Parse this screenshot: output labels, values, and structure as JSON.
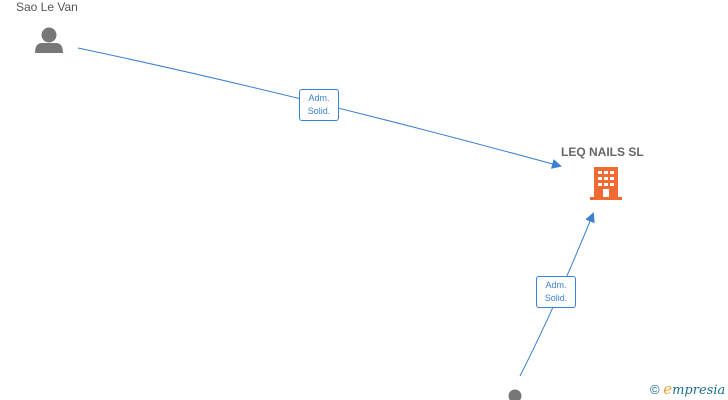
{
  "nodes": {
    "person_top": {
      "label": "Sao Le Van"
    },
    "company": {
      "label": "LEQ NAILS  SL"
    }
  },
  "edges": [
    {
      "line1": "Adm.",
      "line2": "Solid."
    },
    {
      "line1": "Adm.",
      "line2": "Solid."
    }
  ],
  "watermark": {
    "copyright": "©",
    "brand_initial": "e",
    "brand_rest": "mpresia"
  },
  "colors": {
    "edge": "#3a7fd0",
    "person_icon": "#777777",
    "company_icon": "#f26a33"
  },
  "icons": {
    "person": "person-icon",
    "company": "building-icon"
  }
}
